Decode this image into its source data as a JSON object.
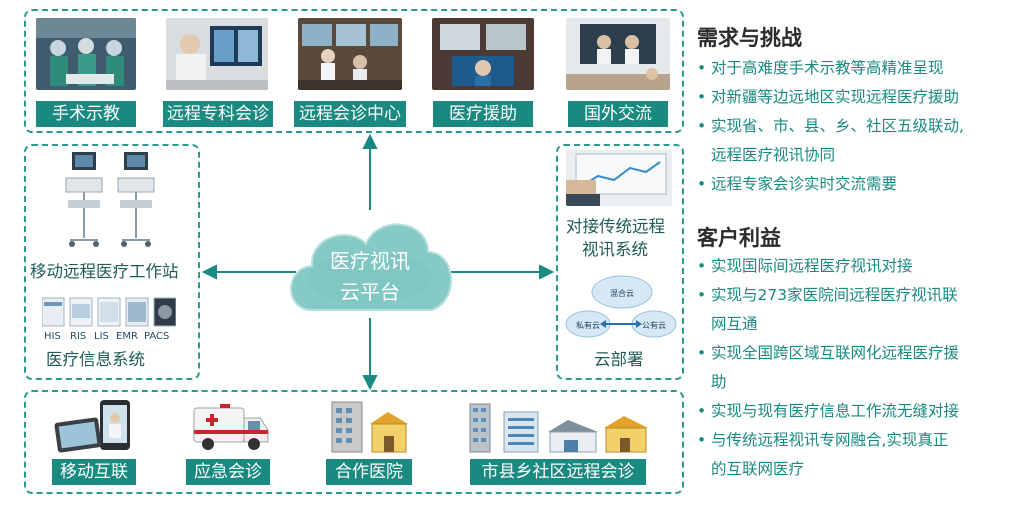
{
  "cloud": {
    "line1": "医疗视讯",
    "line2": "云平台"
  },
  "top": {
    "items": [
      {
        "label": "手术示教",
        "icon": "surgery-photo"
      },
      {
        "label": "远程专科会诊",
        "icon": "specialist-photo"
      },
      {
        "label": "远程会诊中心",
        "icon": "center-photo"
      },
      {
        "label": "医疗援助",
        "icon": "aid-photo"
      },
      {
        "label": "国外交流",
        "icon": "exchange-photo"
      }
    ]
  },
  "left": {
    "workstation_label": "移动远程医疗工作站",
    "info_label": "医疗信息系统",
    "systems": [
      "HIS",
      "RIS",
      "LIS",
      "EMR",
      "PACS"
    ]
  },
  "right_panel": {
    "legacy_label_line1": "对接传统远程",
    "legacy_label_line2": "视讯系统",
    "deploy_label": "云部署",
    "mini_clouds": [
      "混合云",
      "私有云",
      "公有云"
    ]
  },
  "bottom": {
    "items": [
      {
        "label": "移动互联",
        "icon": "mobile-icon"
      },
      {
        "label": "应急会诊",
        "icon": "ambulance-icon"
      },
      {
        "label": "合作医院",
        "icon": "hospital-icon"
      },
      {
        "label": "市县乡社区远程会诊",
        "icon": "community-icon"
      }
    ]
  },
  "side": {
    "challenges_title": "需求与挑战",
    "challenges": [
      "对于高难度手术示教等高精准呈现",
      "对新疆等边远地区实现远程医疗援助",
      "实现省、市、县、乡、社区五级联动,",
      "远程医疗视讯协同",
      "远程专家会诊实时交流需要"
    ],
    "benefits_title": "客户利益",
    "benefits": [
      "实现国际间远程医疗视讯对接",
      "实现与273家医院间远程医疗视讯联",
      "网互通",
      "实现全国跨区域互联网化远程医疗援",
      "助",
      "实现与现有医疗信息工作流无缝对接",
      "与传统远程视讯专网融合,实现真正",
      "的互联网医疗"
    ]
  },
  "colors": {
    "teal": "#1a8a80",
    "dash": "#2a9a8c",
    "cloud": "#8fcfcc"
  }
}
